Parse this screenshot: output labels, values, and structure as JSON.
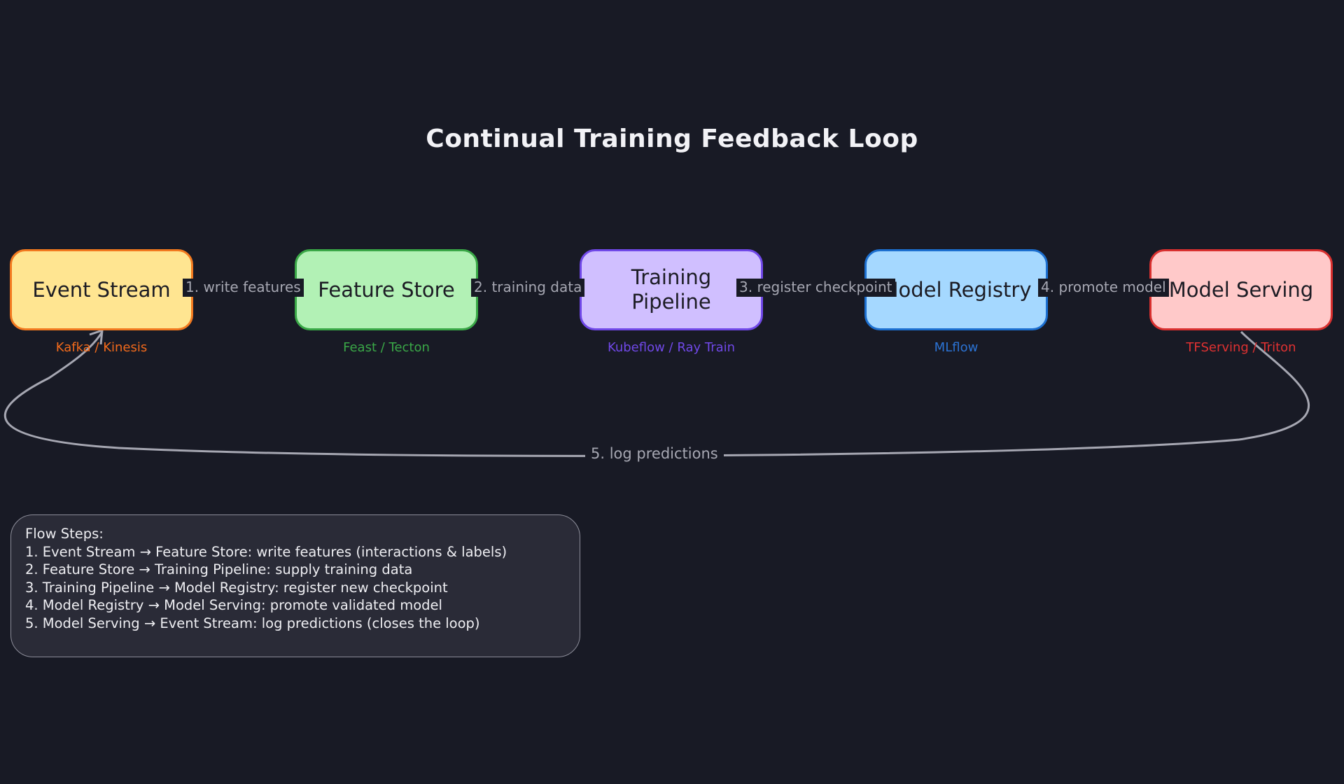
{
  "title": "Continual Training Feedback Loop",
  "nodes": [
    {
      "id": "event-stream",
      "label": "Event Stream",
      "tech": "Kafka / Kinesis",
      "fill": "#ffe591",
      "stroke": "#f2791f",
      "tech_color": "#f26a1b"
    },
    {
      "id": "feature-store",
      "label": "Feature Store",
      "tech": "Feast / Tecton",
      "fill": "#b2f1b5",
      "stroke": "#3aa847",
      "tech_color": "#3aa847"
    },
    {
      "id": "training-pipeline",
      "label": "Training Pipeline",
      "tech": "Kubeflow / Ray Train",
      "fill": "#d0bfff",
      "stroke": "#7048e8",
      "tech_color": "#7048e8"
    },
    {
      "id": "model-registry",
      "label": "Model Registry",
      "tech": "MLflow",
      "fill": "#a5d8ff",
      "stroke": "#1c6fd0",
      "tech_color": "#2b73d4"
    },
    {
      "id": "model-serving",
      "label": "Model Serving",
      "tech": "TFServing / Triton",
      "fill": "#ffc9c9",
      "stroke": "#d9302f",
      "tech_color": "#e03131"
    }
  ],
  "edges": [
    {
      "label": "1. write features"
    },
    {
      "label": "2. training data"
    },
    {
      "label": "3. register checkpoint"
    },
    {
      "label": "4. promote model"
    }
  ],
  "loop_edge": {
    "label": "5. log predictions"
  },
  "notes": {
    "lines": [
      "Flow Steps:",
      "1. Event Stream → Feature Store: write features (interactions & labels)",
      "2. Feature Store → Training Pipeline: supply training data",
      "3. Training Pipeline → Model Registry: register new checkpoint",
      "4. Model Registry → Model Serving: promote validated model",
      "5. Model Serving → Event Stream: log predictions (closes the loop)"
    ]
  },
  "colors": {
    "background": "#181a25",
    "edge": "#a6a7b2",
    "note_fill": "#2a2b37"
  }
}
